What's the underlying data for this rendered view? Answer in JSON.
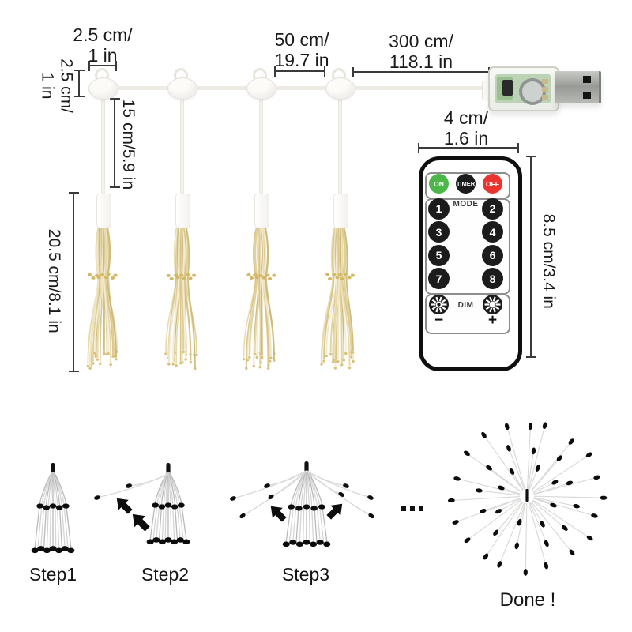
{
  "colors": {
    "on_green": "#4cb749",
    "off_red": "#e93430",
    "button_black": "#1c1c1c",
    "measure_line": "#3a3a3a",
    "tassel_gold": "#dcc88f",
    "wire": "#eeebe4"
  },
  "measurements": {
    "clip_width": {
      "line1": "2.5 cm/",
      "line2": "1 in"
    },
    "clip_height": {
      "line1": "2.5 cm/",
      "line2": "1 in"
    },
    "drop_length": "15 cm/5.9 in",
    "light_spacing": {
      "line1": "50 cm/",
      "line2": "19.7 in"
    },
    "lead_length": {
      "line1": "300 cm/",
      "line2": "118.1 in"
    },
    "tassel_length": "20.5 cm/8.1 in",
    "remote_width": {
      "line1": "4 cm/",
      "line2": "1.6 in"
    },
    "remote_height": "8.5 cm/3.4 in"
  },
  "remote": {
    "power_buttons": [
      {
        "label": "ON"
      },
      {
        "label": "TIMER"
      },
      {
        "label": "OFF"
      }
    ],
    "mode_label": "MODE",
    "mode_buttons": [
      "1",
      "2",
      "3",
      "4",
      "5",
      "6",
      "7",
      "8"
    ],
    "dim_label": "DIM",
    "dim_minus": "−",
    "dim_plus": "+"
  },
  "steps": {
    "step_labels": [
      "Step1",
      "Step2",
      "Step3"
    ],
    "ellipsis": "...",
    "done_label": "Done !"
  }
}
